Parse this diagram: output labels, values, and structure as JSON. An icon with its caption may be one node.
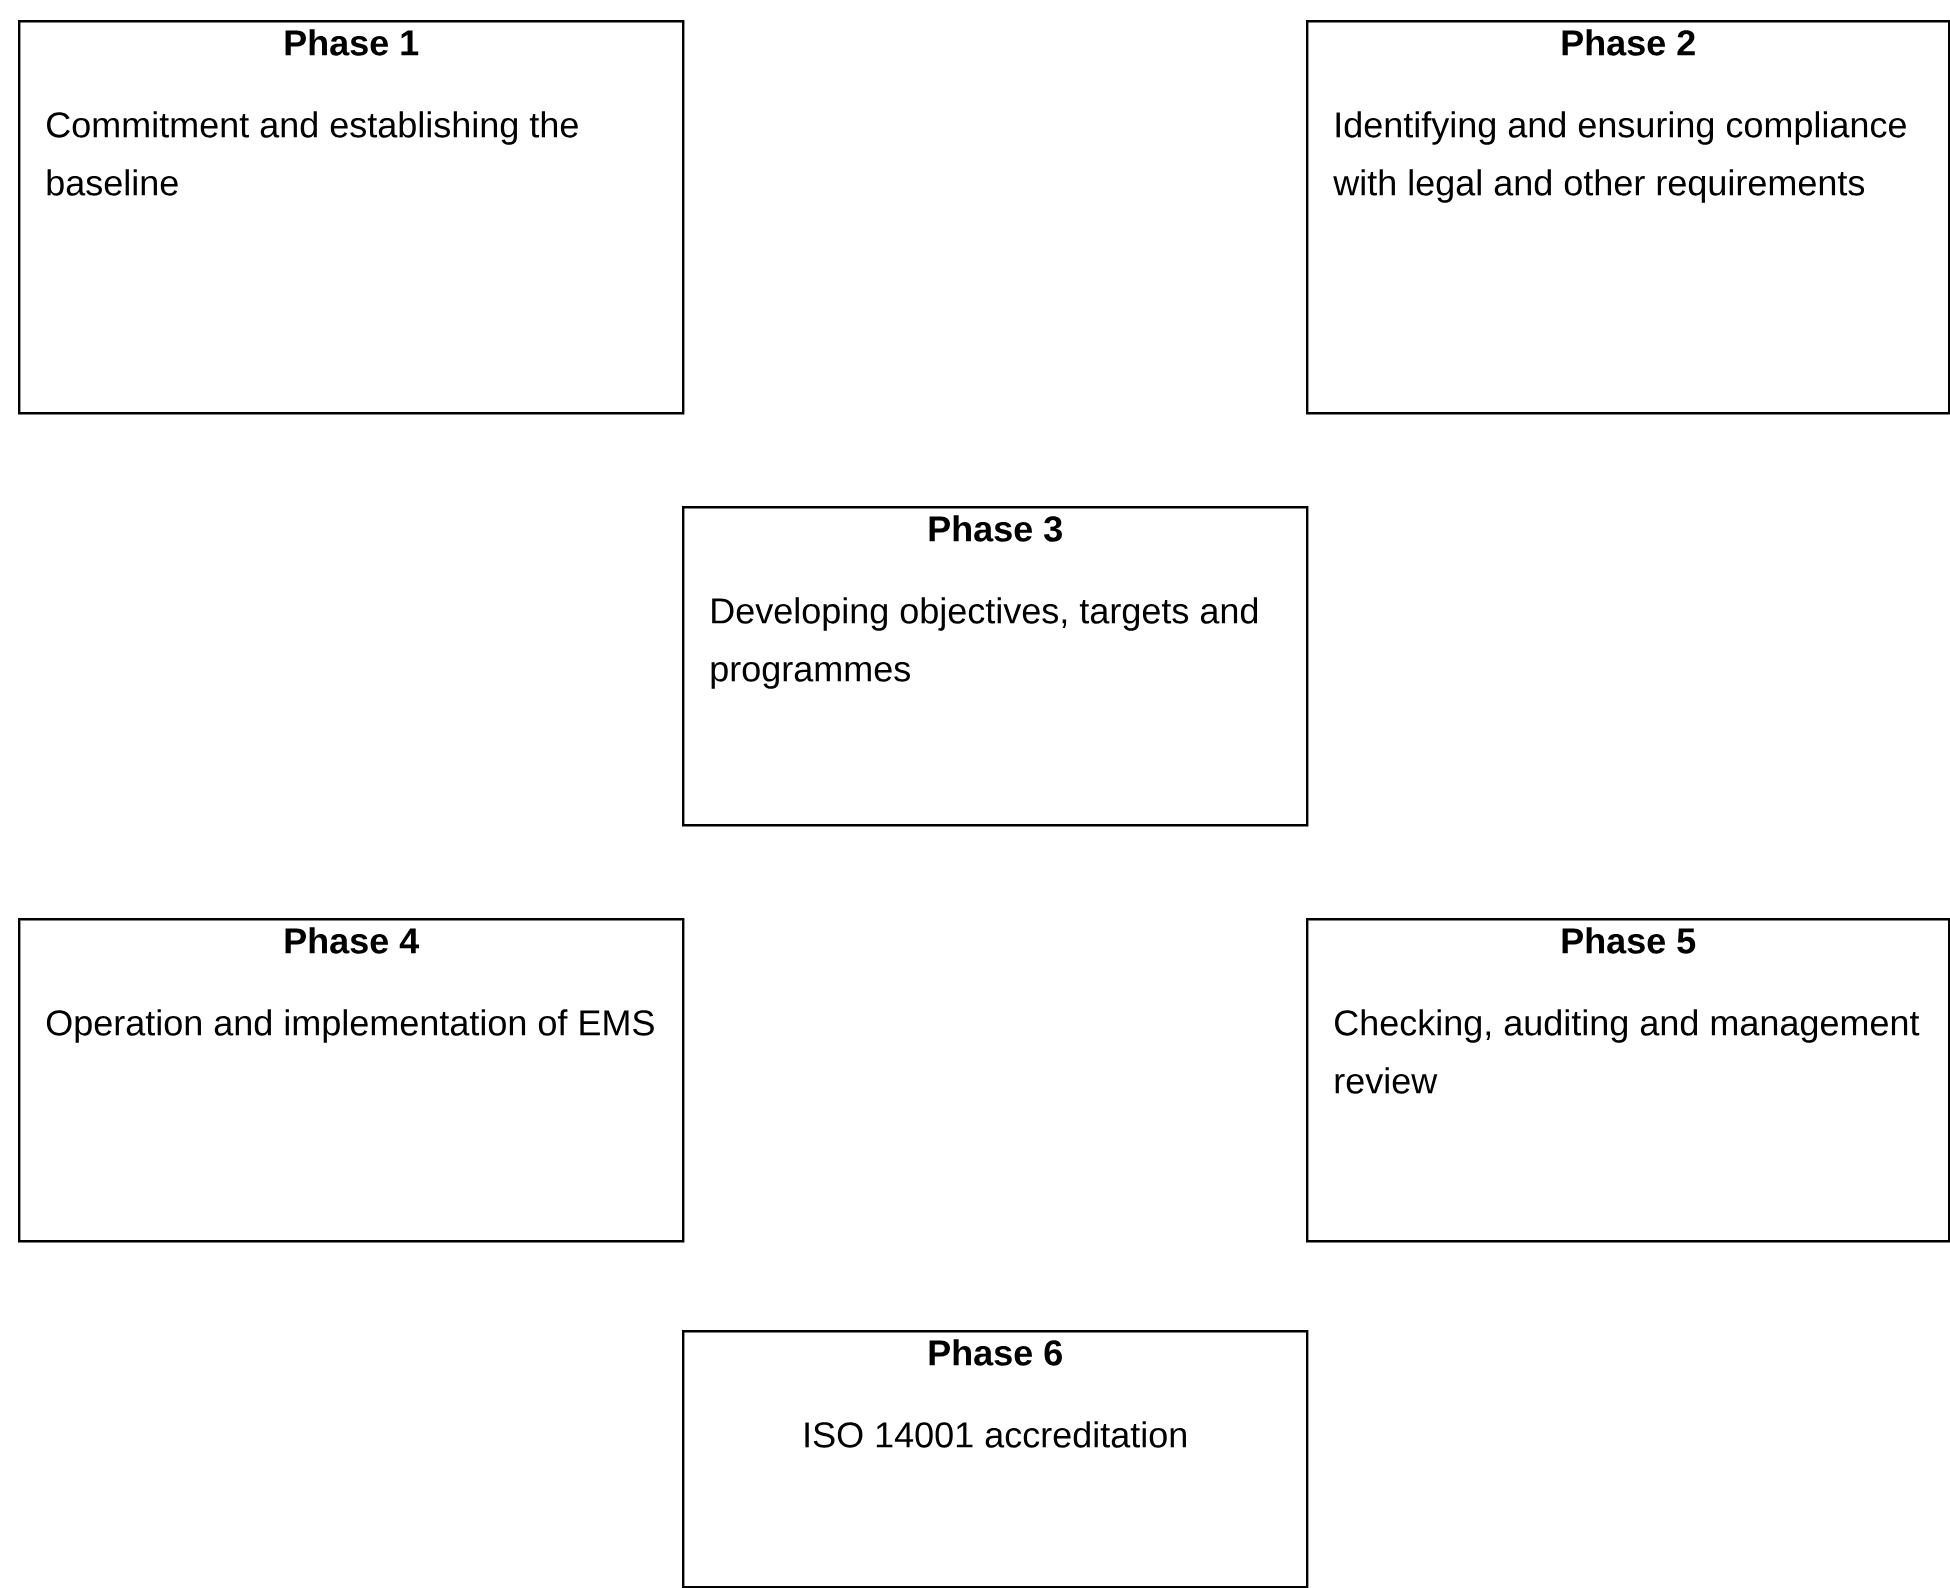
{
  "diagram": {
    "nodes": [
      {
        "text": [
          "Phase 1",
          "Commitment and establishing the baseline"
        ]
      },
      {
        "text": [
          "Phase 2",
          "Identifying and ensuring compliance with legal and other requirements"
        ]
      },
      {
        "text": [
          "Phase 3",
          "Developing objectives, targets and programmes"
        ]
      },
      {
        "text": [
          "Phase 4",
          "Operation and implementation of EMS"
        ]
      },
      {
        "text": [
          "Phase 5",
          "Checking, auditing and management review"
        ]
      },
      {
        "text": [
          "Phase 6",
          "ISO 14001 accreditation"
        ]
      }
    ]
  }
}
